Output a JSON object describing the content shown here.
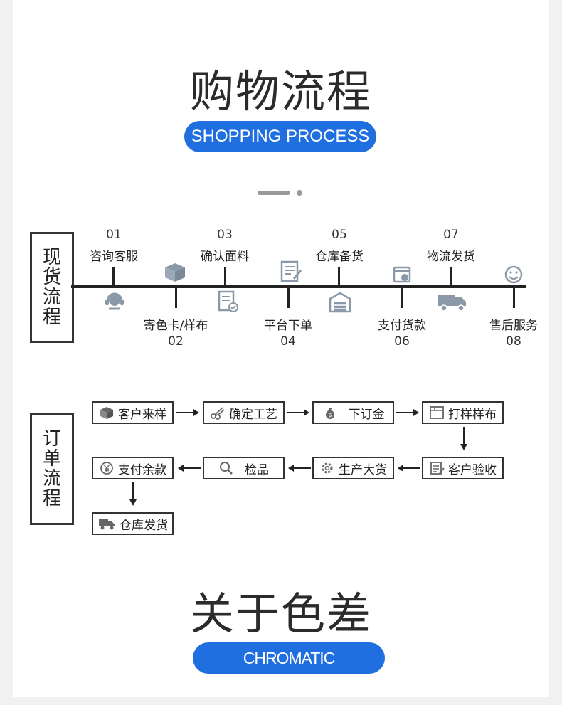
{
  "shopping_section": {
    "title": "购物流程",
    "subtitle": "SHOPPING PROCESS"
  },
  "spot_flow": {
    "label_chars": [
      "现",
      "货",
      "流",
      "程"
    ],
    "steps": [
      {
        "num": "01",
        "label": "咨询客服",
        "icon": "headset-icon"
      },
      {
        "num": "02",
        "label": "寄色卡/样布",
        "icon": "box-icon"
      },
      {
        "num": "03",
        "label": "确认面料",
        "icon": "document-check-icon"
      },
      {
        "num": "04",
        "label": "平台下单",
        "icon": "order-form-icon"
      },
      {
        "num": "05",
        "label": "仓库备货",
        "icon": "warehouse-icon"
      },
      {
        "num": "06",
        "label": "支付货款",
        "icon": "payment-icon"
      },
      {
        "num": "07",
        "label": "物流发货",
        "icon": "truck-icon"
      },
      {
        "num": "08",
        "label": "售后服务",
        "icon": "smile-icon"
      }
    ]
  },
  "order_flow": {
    "label_chars": [
      "订",
      "单",
      "流",
      "程"
    ],
    "steps": [
      {
        "label": "客户来样",
        "icon": "box-icon"
      },
      {
        "label": "确定工艺",
        "icon": "scissors-icon"
      },
      {
        "label": "下订金",
        "icon": "money-bag-icon"
      },
      {
        "label": "打样样布",
        "icon": "fabric-sample-icon"
      },
      {
        "label": "客户验收",
        "icon": "document-icon"
      },
      {
        "label": "生产大货",
        "icon": "gear-icon"
      },
      {
        "label": "检品",
        "icon": "magnifier-icon"
      },
      {
        "label": "支付余款",
        "icon": "yuan-icon"
      },
      {
        "label": "仓库发货",
        "icon": "truck-icon"
      }
    ]
  },
  "color_section": {
    "title": "关于色差",
    "subtitle": "CHROMATIC ABERRATION"
  },
  "colors": {
    "accent_blue": "#1f6fe0",
    "icon_gray": "#8a98a8",
    "line_dark": "#222222"
  }
}
